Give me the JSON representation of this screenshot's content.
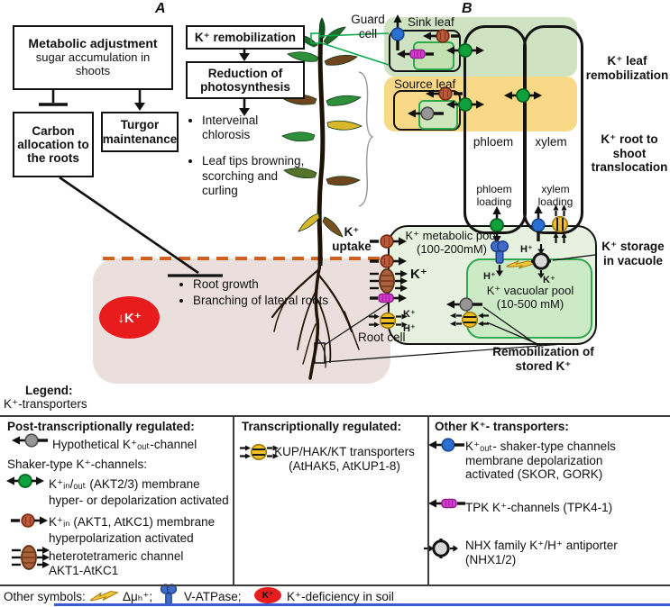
{
  "panels": {
    "a": "A",
    "b": "B"
  },
  "panel_a": {
    "metabolic_title": "Metabolic adjustment",
    "metabolic_sub": "sugar accumulation in shoots",
    "k_remobilization": "K⁺ remobilization",
    "reduction_of_photosynthesis": "Reduction of photosynthesis",
    "carbon_allocation": "Carbon allocation to the roots",
    "turgor_maintenance": "Turgor maintenance",
    "shoot_symptoms": [
      "Interveinal chlorosis",
      "Leaf tips browning, scorching and curling"
    ],
    "root_symptoms": [
      "Root growth",
      "Branching of lateral roots"
    ],
    "k_deficiency_badge": "↓K⁺"
  },
  "panel_b": {
    "guard_cell": "Guard cell",
    "sink_leaf": "Sink leaf",
    "source_leaf": "Source leaf",
    "phloem": "phloem",
    "xylem": "xylem",
    "leaf_remobilization": "K⁺ leaf remobilization",
    "root_to_shoot": "K⁺ root to shoot translocation",
    "phloem_loading": "phloem loading",
    "xylem_loading": "xylem loading",
    "k_uptake": "K⁺ uptake",
    "metabolic_pool": "K⁺ metabolic pool",
    "metabolic_pool_conc": "(100-200mM)",
    "cytosol_k": "K⁺",
    "vacuolar_pool": "K⁺ vacuolar pool",
    "vacuolar_pool_conc": "(10-500 mM)",
    "root_cell": "Root cell",
    "remobilization_stored": "Remobilization of stored K⁺",
    "storage_in_vacuole": "K⁺ storage in vacuole",
    "h_plus": "H⁺",
    "k_plus": "K⁺"
  },
  "legend": {
    "title": "Legend:",
    "subtitle": "K⁺-transporters",
    "col1": {
      "header": "Post-transcriptionally regulated:",
      "hypothetical": "Hypothetical K⁺ₒᵤₜ-channel",
      "shaker_header": "Shaker-type K⁺-channels:",
      "akt23_l1": "K⁺ᵢₙ/ₒᵤₜ (AKT2/3) membrane",
      "akt23_l2": "hyper- or depolarization activated",
      "akt1_l1": "K⁺ᵢₙ (AKT1, AtKC1) membrane",
      "akt1_l2": "hyperpolarization activated",
      "tetramer": "heterotetrameric channel AKT1-AtKC1"
    },
    "col2": {
      "header": "Transcriptionally regulated:",
      "kup": "KUP/HAK/KT transporters (AtHAK5, AtKUP1-8)"
    },
    "col3": {
      "header": "Other K⁺- transporters:",
      "skor": "K⁺ₒᵤₜ- shaker-type channels membrane depolarization activated (SKOR, GORK)",
      "tpk": "TPK K⁺-channels (TPK4-1)",
      "nhx": "NHX family K⁺/H⁺ antiporter (NHX1/2)"
    },
    "other": {
      "label": "Other symbols:",
      "mu": "Δμₕ⁺;",
      "vatpase": "V-ATPase;",
      "kdot": "K⁺",
      "kdef": "K⁺-deficiency in soil"
    }
  },
  "colors": {
    "shaker_green": "#0fa23c",
    "shaker_red": "#c05a3c",
    "tetramer_brown": "#a7613c",
    "kup_yellow": "#eec025",
    "skor_blue": "#2a70d2",
    "tpk_magenta": "#d93ed2",
    "hypothetical_gray": "#969696",
    "vatpase_blue": "#3f6cc9",
    "deficiency_red": "#e81c1c",
    "soil_pink": "#eadfdc",
    "sink_band_green": "#cfe3c3",
    "source_band_yellow": "#f8d987",
    "root_cell_green": "#e6f1df",
    "vacuole_green": "#cdeac6",
    "soil_line_orange": "#d2601f"
  }
}
